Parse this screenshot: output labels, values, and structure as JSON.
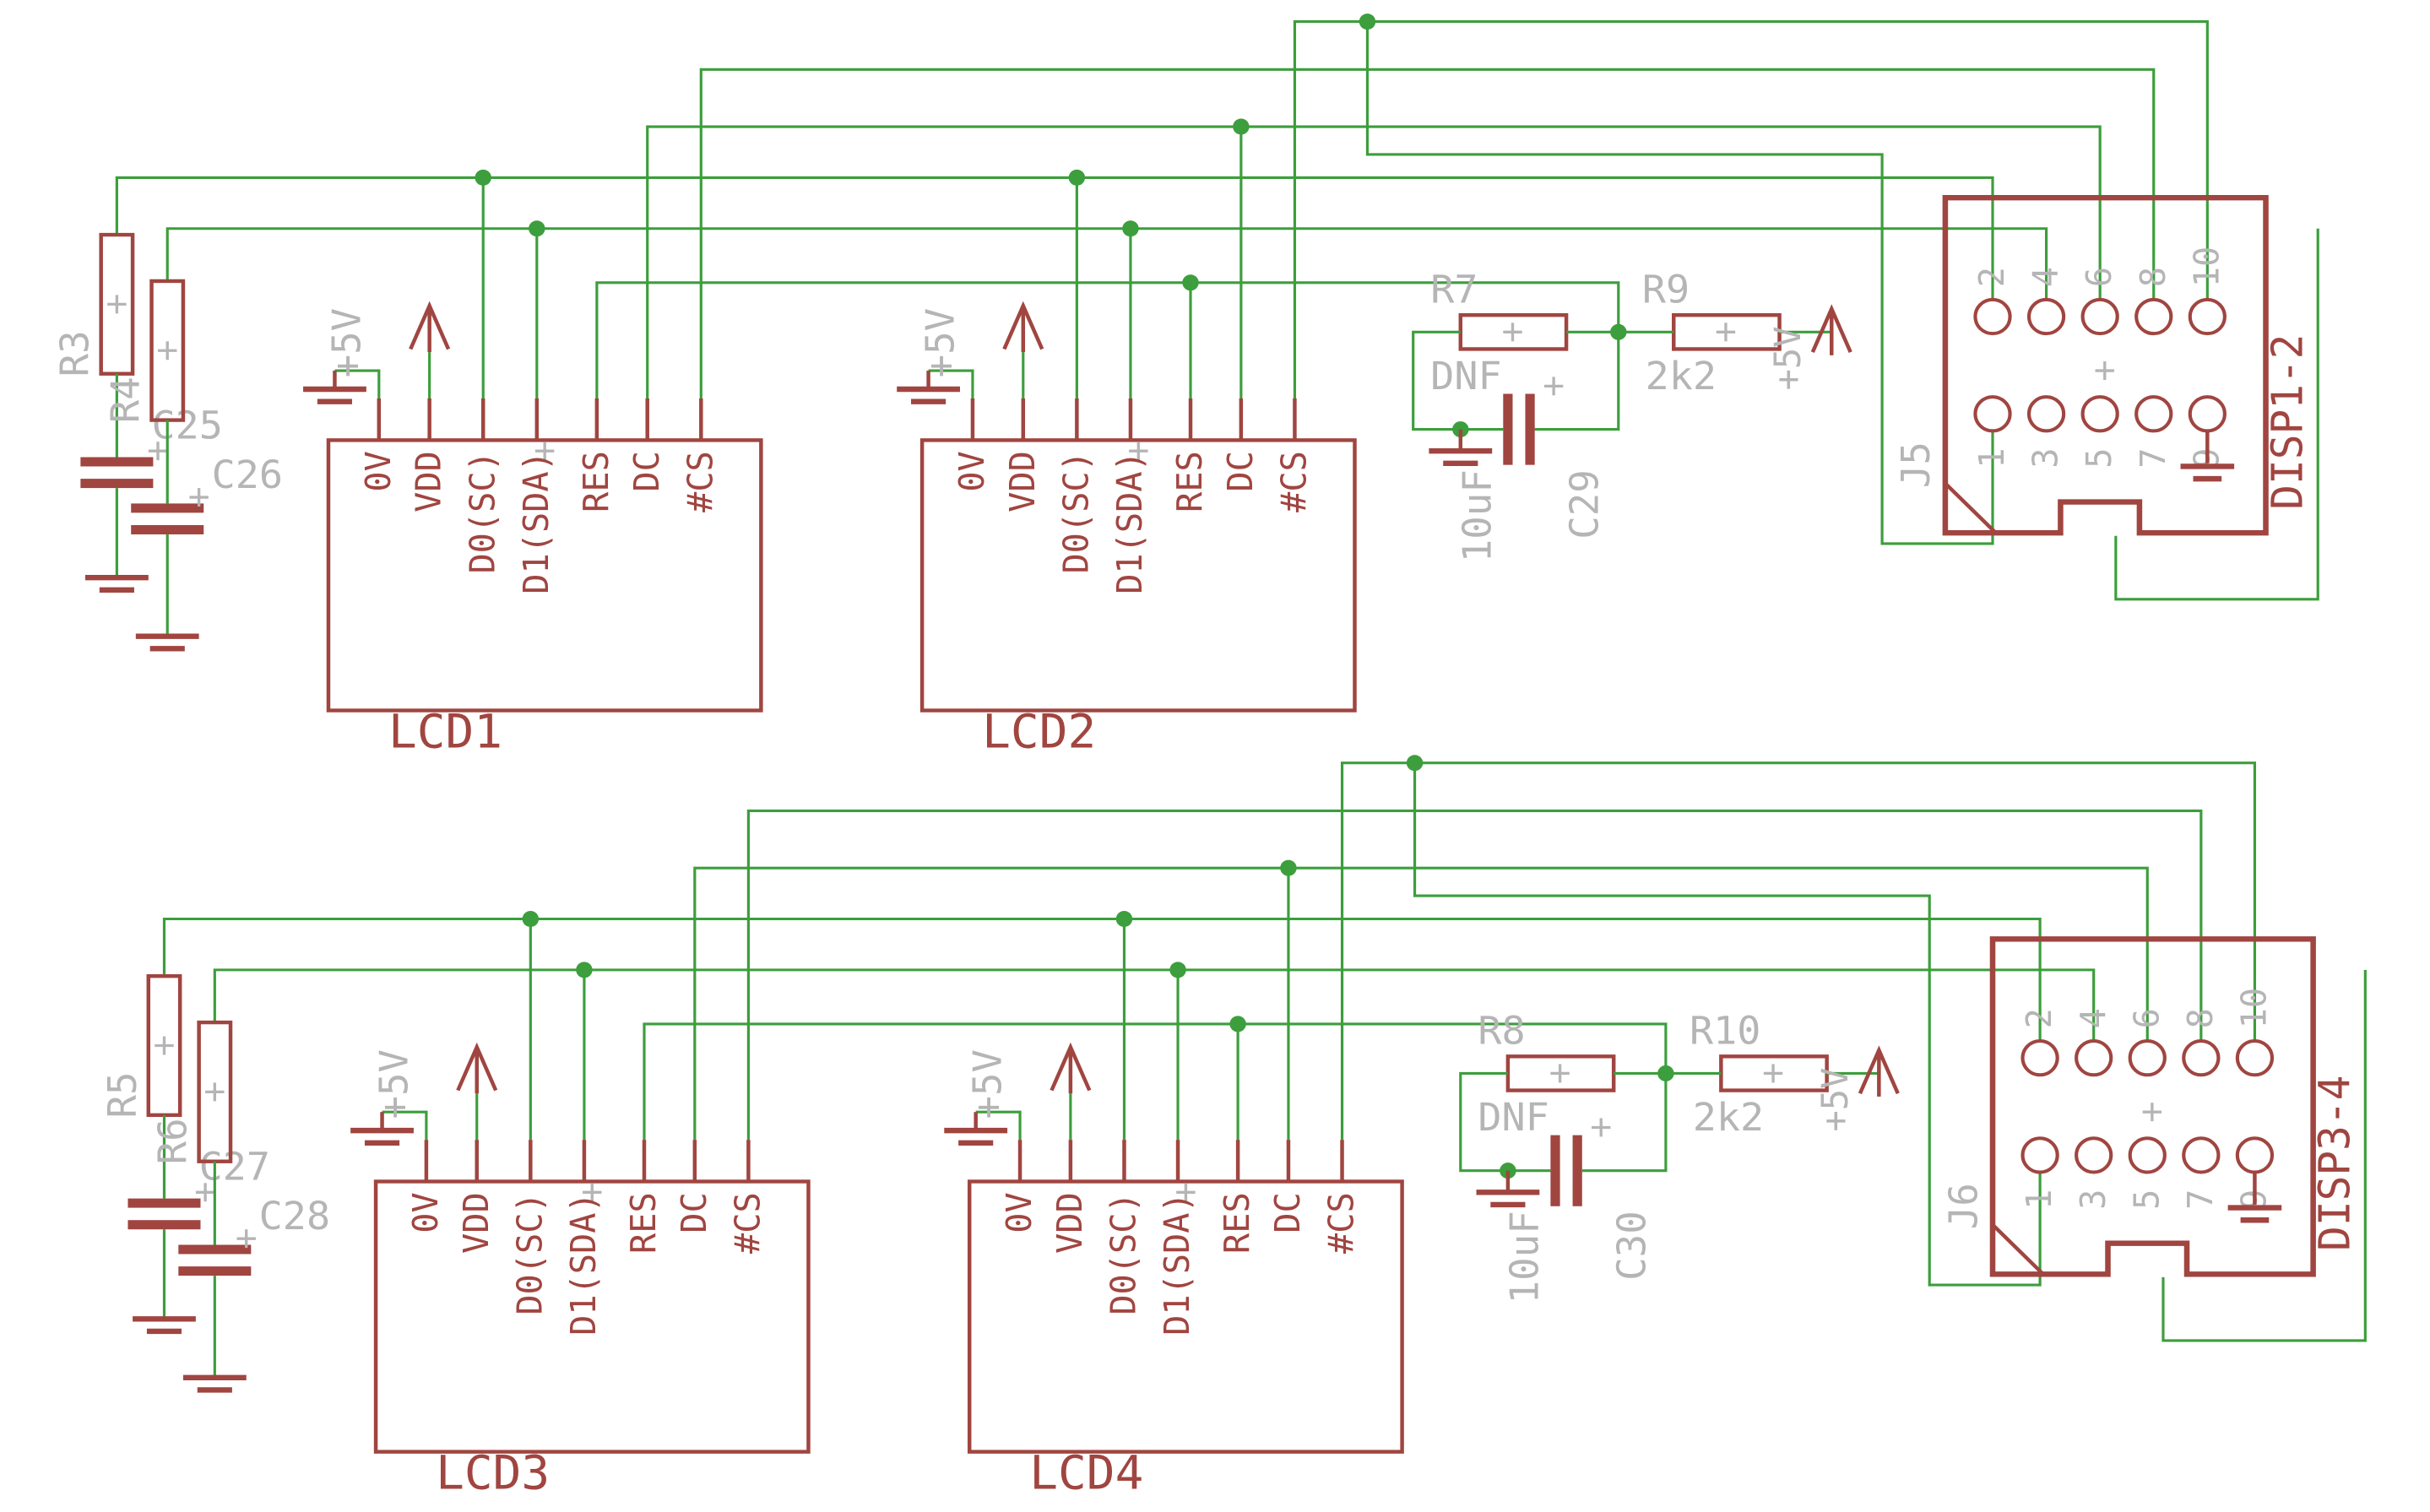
{
  "diagram": {
    "type": "schematic",
    "background": "#ffffff",
    "colors": {
      "wire": "#3c9e3c",
      "component": "#a04540",
      "label": "#b5b5b5"
    },
    "sections": [
      {
        "filters": [
          {
            "resistor": "R3",
            "capacitor": "C25"
          },
          {
            "resistor": "R4",
            "capacitor": "C26"
          }
        ],
        "lcds": [
          {
            "ref": "LCD1"
          },
          {
            "ref": "LCD2"
          }
        ],
        "pin_names": [
          "0V",
          "VDD",
          "D0(SC)",
          "D1(SDA)",
          "RES",
          "DC",
          "#CS"
        ],
        "supply_net": "+5V",
        "reset_circuit": {
          "resistor_dnf": {
            "ref": "R7",
            "value": "DNF"
          },
          "resistor_pullup": {
            "ref": "R9",
            "value": "2k2"
          },
          "capacitor": {
            "ref": "C29",
            "value": "10uF"
          },
          "supply": "+5V"
        },
        "connector": {
          "ref": "J5",
          "label": "DISP1-2",
          "top_row_pins": [
            "2",
            "4",
            "6",
            "8",
            "10"
          ],
          "bottom_row_pins": [
            "1",
            "3",
            "5",
            "7",
            "9"
          ]
        }
      },
      {
        "filters": [
          {
            "resistor": "R5",
            "capacitor": "C27"
          },
          {
            "resistor": "R6",
            "capacitor": "C28"
          }
        ],
        "lcds": [
          {
            "ref": "LCD3"
          },
          {
            "ref": "LCD4"
          }
        ],
        "pin_names": [
          "0V",
          "VDD",
          "D0(SC)",
          "D1(SDA)",
          "RES",
          "DC",
          "#CS"
        ],
        "supply_net": "+5V",
        "reset_circuit": {
          "resistor_dnf": {
            "ref": "R8",
            "value": "DNF"
          },
          "resistor_pullup": {
            "ref": "R10",
            "value": "2k2"
          },
          "capacitor": {
            "ref": "C30",
            "value": "10uF"
          },
          "supply": "+5V"
        },
        "connector": {
          "ref": "J6",
          "label": "DISP3-4",
          "top_row_pins": [
            "2",
            "4",
            "6",
            "8",
            "10"
          ],
          "bottom_row_pins": [
            "1",
            "3",
            "5",
            "7",
            "9"
          ]
        }
      }
    ]
  }
}
